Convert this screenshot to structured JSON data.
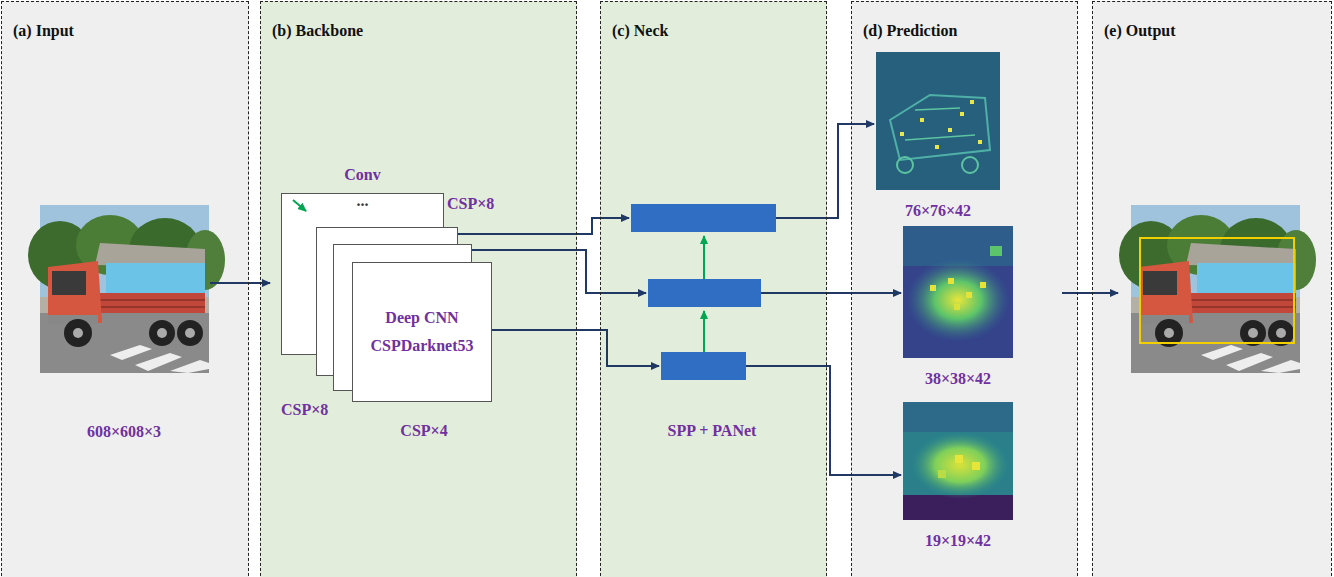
{
  "diagram": {
    "nodes": [
      {
        "text": [
          "(a) Input"
        ]
      },
      {
        "text": [
          "(b) Backbone"
        ]
      },
      {
        "text": [
          "Conv",
          "..."
        ],
        "in": 1
      },
      {
        "text": [
          "Deep CNN",
          "CSPDarknet53"
        ],
        "in": 1
      },
      {
        "text": [
          "(c) Neck"
        ]
      },
      {
        "text": [
          "(d) Prediction"
        ]
      },
      {
        "text": [
          "76×76×42"
        ],
        "in": 5
      },
      {
        "text": [
          "38×38×42"
        ],
        "in": 5
      },
      {
        "text": [
          "19×19×42"
        ],
        "in": 5
      },
      {
        "text": [
          "(e) Output"
        ]
      }
    ],
    "labels": [
      "608×608×3",
      "CSP×8",
      "CSP×8",
      "CSP×4",
      "SPP + PANet"
    ]
  }
}
